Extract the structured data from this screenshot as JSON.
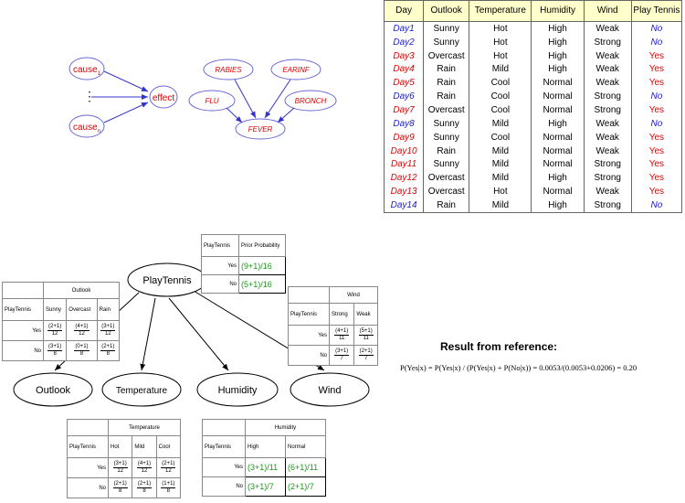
{
  "causal_diagram": {
    "cause1": "cause",
    "cause1_sub": "1",
    "causen": "cause",
    "causen_sub": "n",
    "dots": "⋮",
    "effect": "effect"
  },
  "medical_diagram": {
    "rabies": "RABIES",
    "earinf": "EARINF",
    "flu": "FLU",
    "bronch": "BRONCH",
    "fever": "FEVER"
  },
  "dataset": {
    "headers": [
      "Day",
      "Outlook",
      "Temperature",
      "Humidity",
      "Wind",
      "Play Tennis"
    ],
    "rows": [
      [
        "Day1",
        "Sunny",
        "Hot",
        "High",
        "Weak",
        "No"
      ],
      [
        "Day2",
        "Sunny",
        "Hot",
        "High",
        "Strong",
        "No"
      ],
      [
        "Day3",
        "Overcast",
        "Hot",
        "High",
        "Weak",
        "Yes"
      ],
      [
        "Day4",
        "Rain",
        "Mild",
        "High",
        "Weak",
        "Yes"
      ],
      [
        "Day5",
        "Rain",
        "Cool",
        "Normal",
        "Weak",
        "Yes"
      ],
      [
        "Day6",
        "Rain",
        "Cool",
        "Normal",
        "Strong",
        "No"
      ],
      [
        "Day7",
        "Overcast",
        "Cool",
        "Normal",
        "Strong",
        "Yes"
      ],
      [
        "Day8",
        "Sunny",
        "Mild",
        "High",
        "Weak",
        "No"
      ],
      [
        "Day9",
        "Sunny",
        "Cool",
        "Normal",
        "Weak",
        "Yes"
      ],
      [
        "Day10",
        "Rain",
        "Mild",
        "Normal",
        "Weak",
        "Yes"
      ],
      [
        "Day11",
        "Sunny",
        "Mild",
        "Normal",
        "Strong",
        "Yes"
      ],
      [
        "Day12",
        "Overcast",
        "Mild",
        "High",
        "Strong",
        "Yes"
      ],
      [
        "Day13",
        "Overcast",
        "Hot",
        "Normal",
        "Weak",
        "Yes"
      ],
      [
        "Day14",
        "Rain",
        "Mild",
        "High",
        "Strong",
        "No"
      ]
    ]
  },
  "bayes_net": {
    "root": "PlayTennis",
    "outlook": "Outlook",
    "temperature": "Temperature",
    "humidity": "Humidity",
    "wind": "Wind"
  },
  "prior_cpt": {
    "col_label": "PlayTennis",
    "col_prior": "Prior Probability",
    "yes_label": "Yes",
    "yes_value": "(9+1)/16",
    "no_label": "No",
    "no_value": "(5+1)/16"
  },
  "outlook_cpt": {
    "title": "Outlook",
    "row_header": "PlayTennis",
    "cols": [
      "Sunny",
      "Overcast",
      "Rain"
    ],
    "yes_label": "Yes",
    "no_label": "No",
    "yes_num": [
      "(2+1)",
      "(4+1)",
      "(3+1)"
    ],
    "yes_den": [
      "12",
      "12",
      "12"
    ],
    "no_num": [
      "(3+1)",
      "(0+1)",
      "(2+1)"
    ],
    "no_den": [
      "8",
      "8",
      "8"
    ]
  },
  "wind_cpt": {
    "title": "Wind",
    "row_header": "PlayTennis",
    "cols": [
      "Strong",
      "Weak"
    ],
    "yes_label": "Yes",
    "no_label": "No",
    "yes_num": [
      "(4+1)",
      "(5+1)"
    ],
    "yes_den": [
      "11",
      "11"
    ],
    "no_num": [
      "(3+1)",
      "(2+1)"
    ],
    "no_den": [
      "7",
      "7"
    ]
  },
  "temperature_cpt": {
    "title": "Temperature",
    "row_header": "PlayTennis",
    "cols": [
      "Hot",
      "Mild",
      "Cool"
    ],
    "yes_label": "Yes",
    "no_label": "No",
    "yes_num": [
      "(3+1)",
      "(4+1)",
      "(2+1)"
    ],
    "yes_den": [
      "12",
      "12",
      "12"
    ],
    "no_num": [
      "(2+1)",
      "(2+1)",
      "(1+1)"
    ],
    "no_den": [
      "8",
      "8",
      "8"
    ]
  },
  "humidity_cpt": {
    "title": "Humidity",
    "row_header": "PlayTennis",
    "cols": [
      "High",
      "Normal"
    ],
    "yes_label": "Yes",
    "no_label": "No",
    "yes_values": [
      "(3+1)/11",
      "(6+1)/11"
    ],
    "no_values": [
      "(3+1)/7",
      "(2+1)/7"
    ]
  },
  "result": {
    "title": "Result from reference:",
    "formula": "P(Yes|x) = P(Yes|x) / (P(Yes|x) + P(No|x)) = 0.0053/(0.0053+0.0206) = 0.20"
  },
  "colors": {
    "red_text": "#e00000",
    "blue_text": "#1a1ad0",
    "diagram_line": "#6a6ad8",
    "header_bg": "#ffffcc",
    "green_text": "#1a9a1a"
  }
}
